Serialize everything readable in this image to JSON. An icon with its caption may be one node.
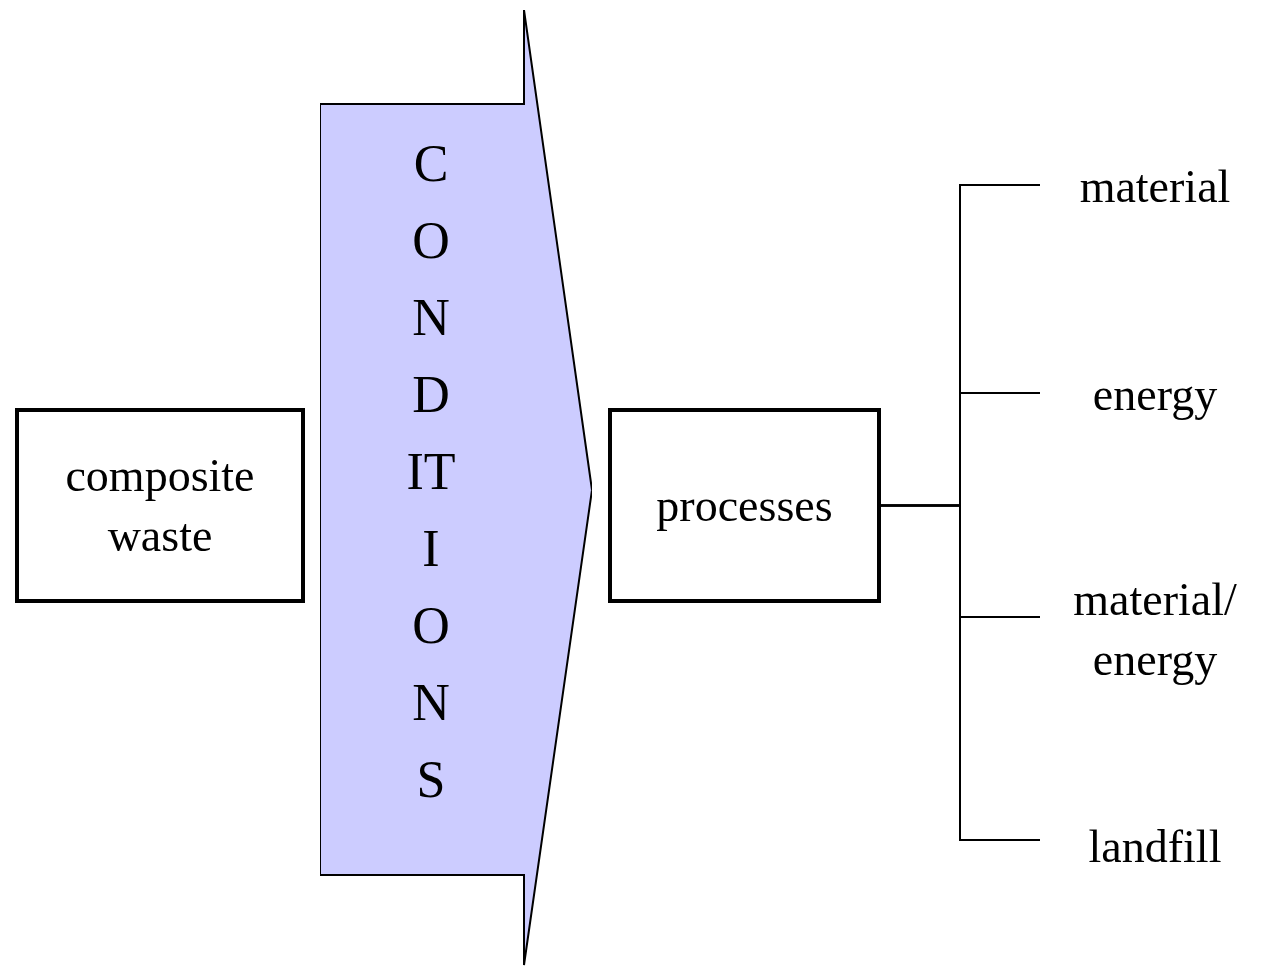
{
  "diagram": {
    "nodes": [
      {
        "text": [
          "composite waste"
        ]
      },
      {
        "text": [
          "CONDITIONS"
        ]
      },
      {
        "text": [
          "processes"
        ]
      },
      {
        "text": [
          "material"
        ]
      },
      {
        "text": [
          "energy"
        ]
      },
      {
        "text": [
          "material/ energy"
        ]
      },
      {
        "text": [
          "landfill"
        ]
      }
    ],
    "edges": [
      {
        "from": 2,
        "to": 3,
        "arrow": "none"
      },
      {
        "from": 2,
        "to": 4,
        "arrow": "none"
      },
      {
        "from": 2,
        "to": 5,
        "arrow": "none"
      },
      {
        "from": 2,
        "to": 6,
        "arrow": "none"
      }
    ]
  }
}
